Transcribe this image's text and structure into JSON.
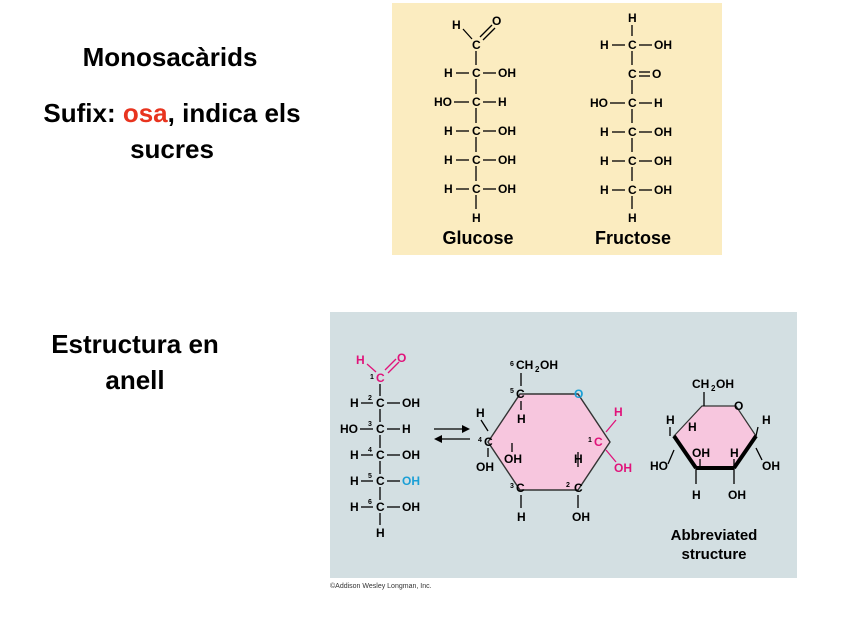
{
  "heading": {
    "title": "Monosacàrids",
    "suffix_prefix": "Sufix: ",
    "suffix_highlight": "osa",
    "suffix_rest": ", indica els sucres",
    "ring_title": "Estructura en anell"
  },
  "linear_panel": {
    "glucose_label": "Glucose",
    "fructose_label": "Fructose"
  },
  "ring_panel": {
    "abbreviated_label_line1": "Abbreviated",
    "abbreviated_label_line2": "structure"
  },
  "credit": "©Addison Wesley Longman, Inc.",
  "colors": {
    "highlight": "#e8341f",
    "panel1_bg": "#fbecc0",
    "panel2_bg": "#d3dfe2",
    "ring_fill": "#f7c6de",
    "magenta": "#e0137a",
    "cyan": "#1a9fd6"
  }
}
